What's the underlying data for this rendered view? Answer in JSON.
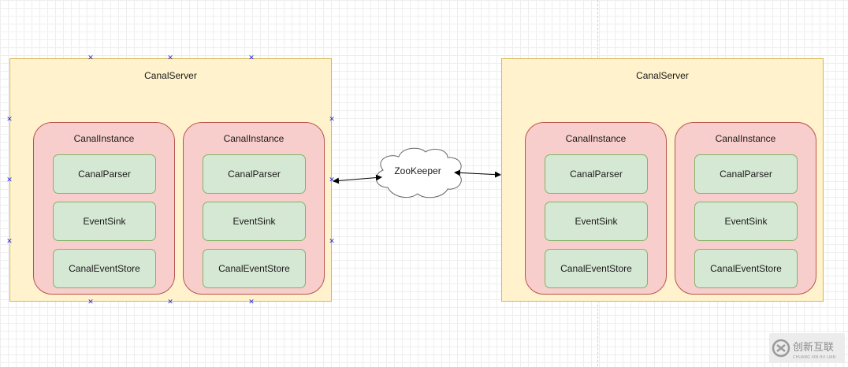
{
  "diagram": {
    "servers": [
      {
        "title": "CanalServer",
        "instances": [
          {
            "title": "CanalInstance",
            "components": [
              "CanalParser",
              "EventSink",
              "CanalEventStore"
            ]
          },
          {
            "title": "CanalInstance",
            "components": [
              "CanalParser",
              "EventSink",
              "CanalEventStore"
            ]
          }
        ]
      },
      {
        "title": "CanalServer",
        "instances": [
          {
            "title": "CanalInstance",
            "components": [
              "CanalParser",
              "EventSink",
              "CanalEventStore"
            ]
          },
          {
            "title": "CanalInstance",
            "components": [
              "CanalParser",
              "EventSink",
              "CanalEventStore"
            ]
          }
        ]
      }
    ],
    "zookeeper_label": "ZooKeeper",
    "connections": "bidirectional",
    "colors": {
      "server_fill": "#fff2cc",
      "server_stroke": "#d6b656",
      "instance_fill": "#f8cecc",
      "instance_stroke": "#b85450",
      "component_fill": "#d5e8d4",
      "component_stroke": "#82b366",
      "selection_handle": "#2b2bd4"
    },
    "selection_handle_icon": "x-handle-icon"
  },
  "watermark": {
    "logo_icon": "chuangxin-logo-icon",
    "text": "创新互联",
    "subtext": "CHUANG XIN HU LIAN"
  }
}
